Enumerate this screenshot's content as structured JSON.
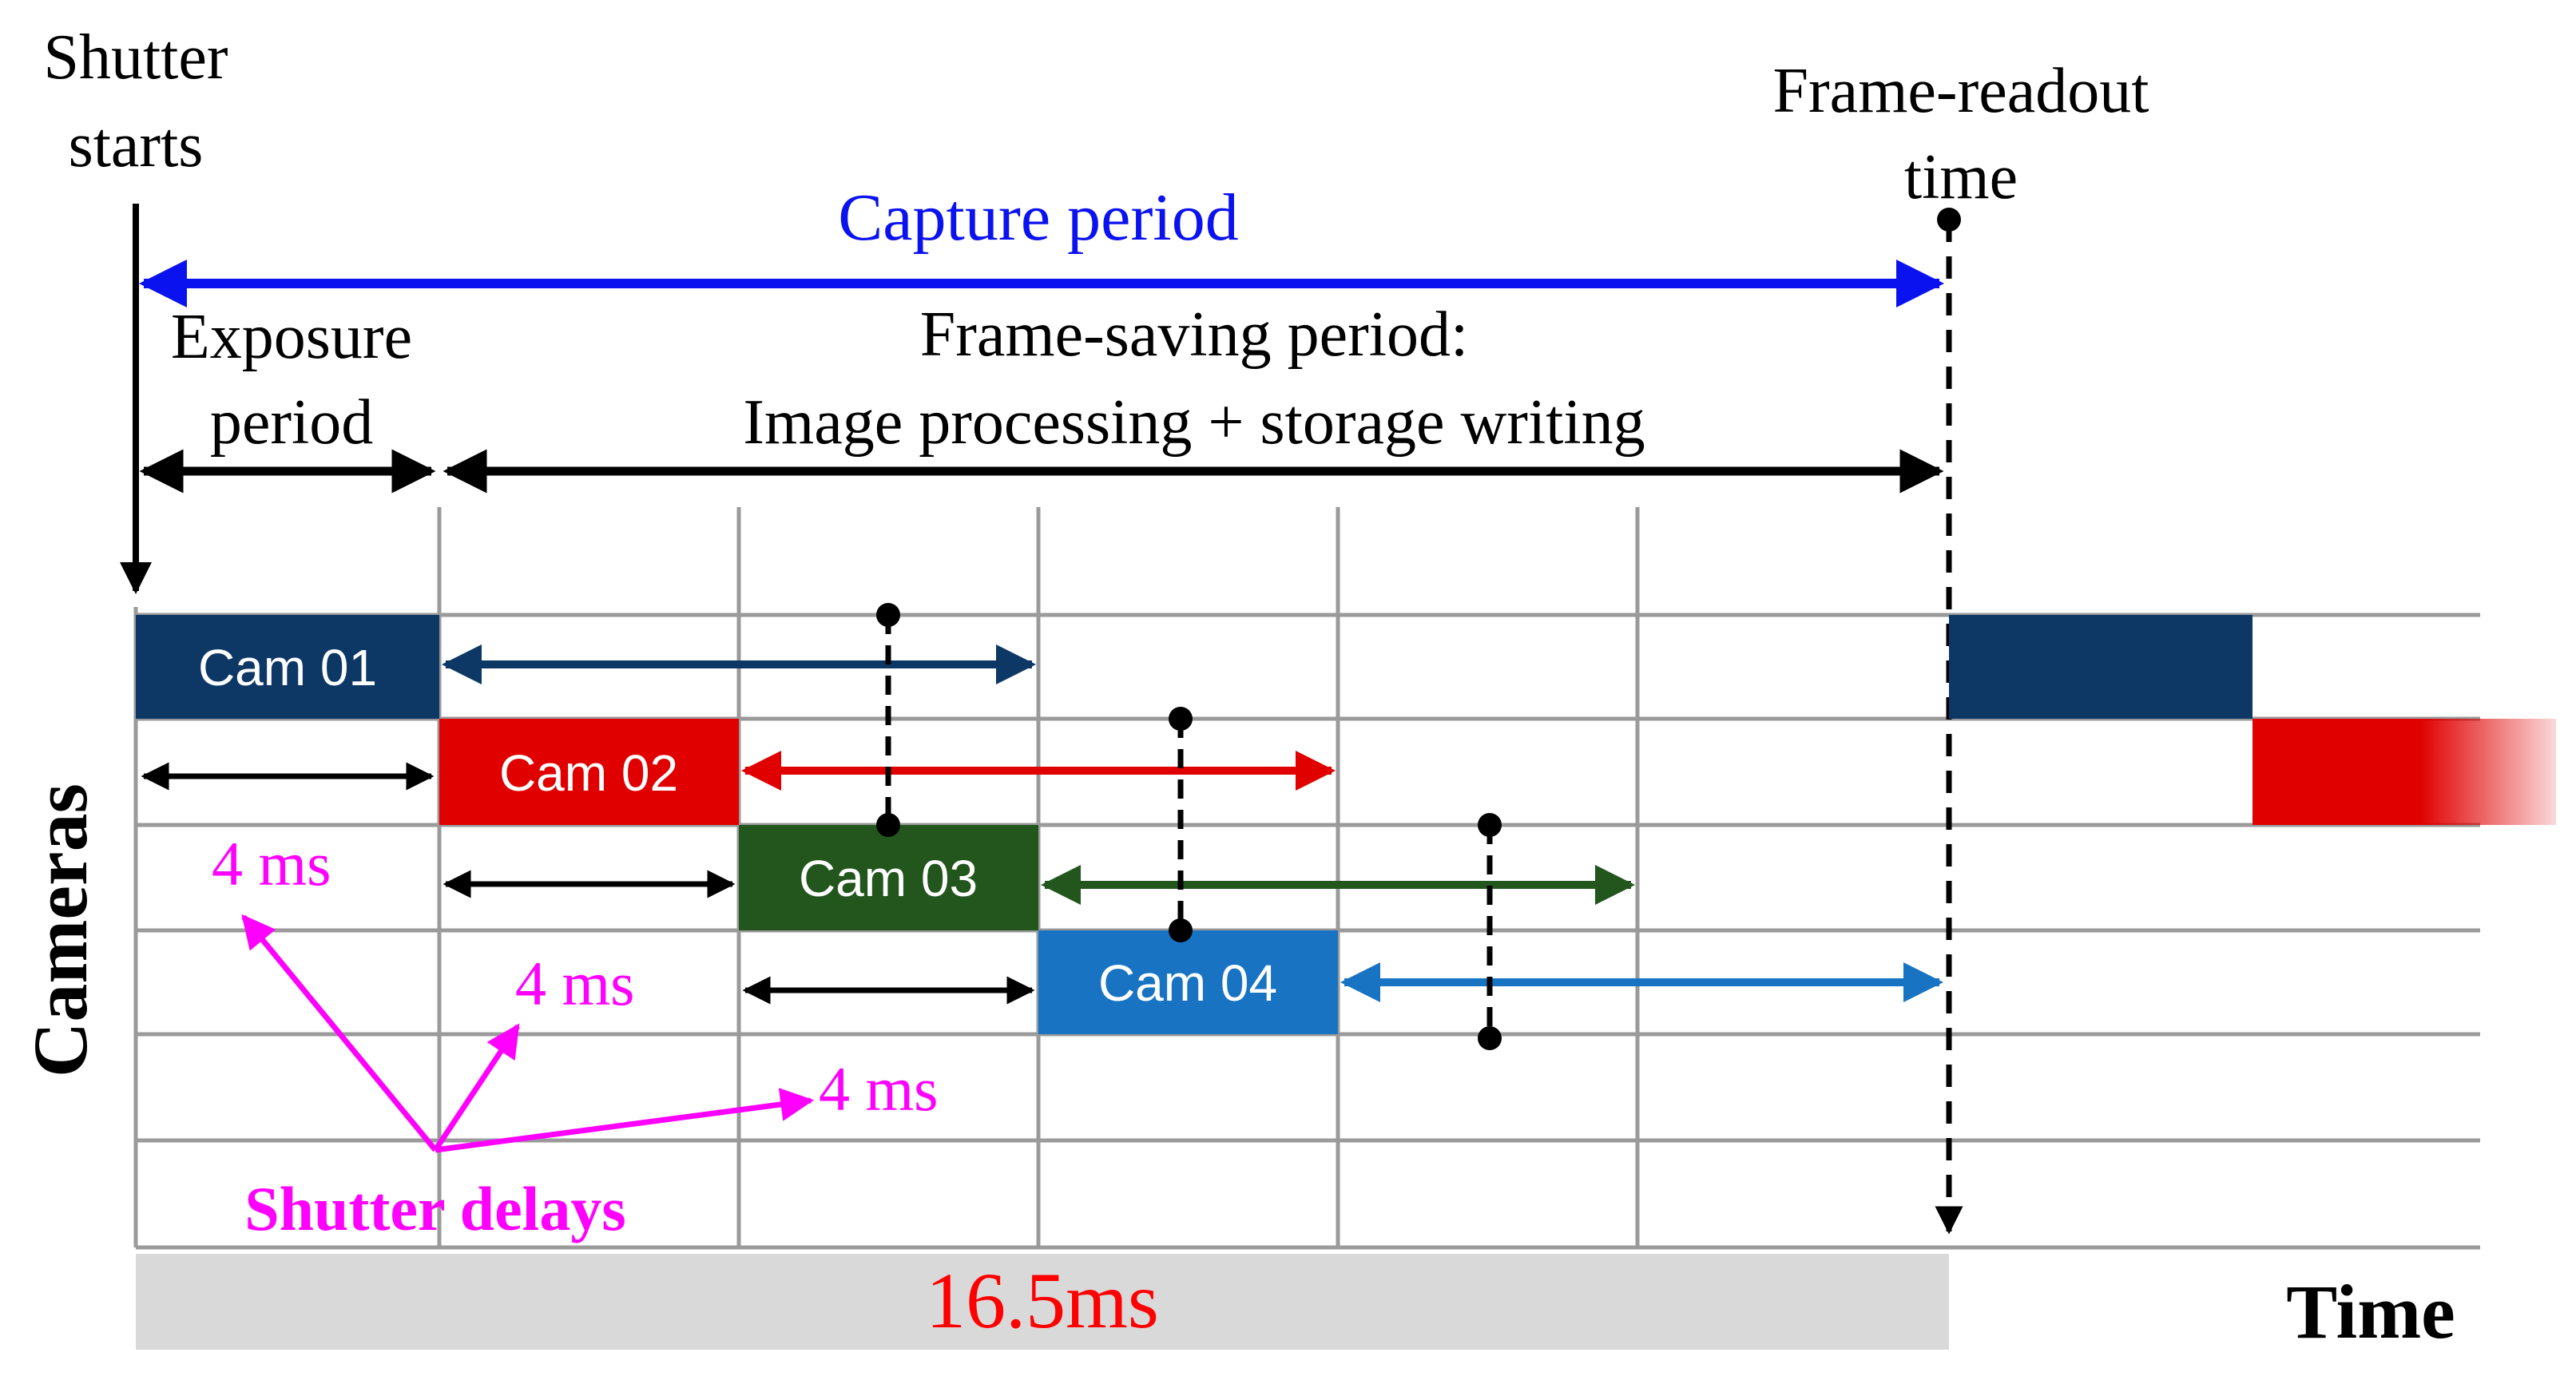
{
  "labels": {
    "shutter_line1": "Shutter",
    "shutter_line2": "starts",
    "readout_line1": "Frame-readout",
    "readout_line2": "time",
    "capture_period": "Capture period",
    "exposure_line1": "Exposure",
    "exposure_line2": "period",
    "saving_line1": "Frame-saving period:",
    "saving_line2": "Image processing + storage writing",
    "y_axis": "Cameras",
    "x_axis": "Time",
    "total_duration": "16.5ms",
    "delay_label": "Shutter delays",
    "delay_values": [
      "4 ms",
      "4 ms",
      "4 ms"
    ]
  },
  "cameras": [
    {
      "name": "Cam 01",
      "color": "#0d3866"
    },
    {
      "name": "Cam 02",
      "color": "#e00000"
    },
    {
      "name": "Cam 03",
      "color": "#22561d"
    },
    {
      "name": "Cam 04",
      "color": "#1874c2"
    }
  ],
  "colors": {
    "capture_arrow": "#0b12f0",
    "delay_annotation": "#ff00ff",
    "total_duration_text": "#ff0000",
    "grid": "#9a9a9a",
    "duration_bar": "#d9d9d9"
  }
}
